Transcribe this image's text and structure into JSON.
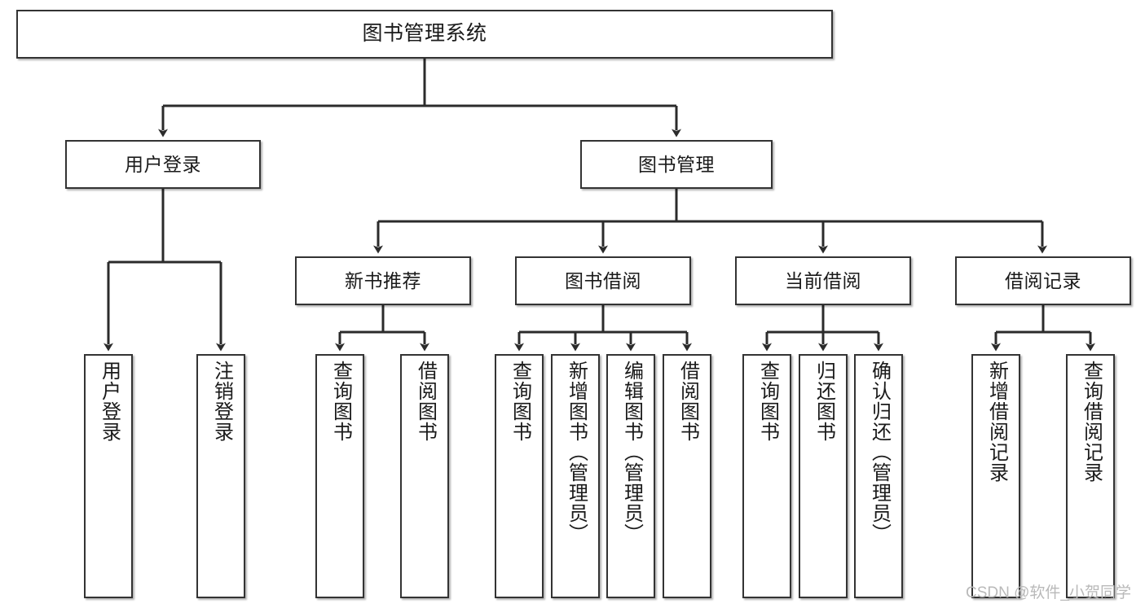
{
  "diagram": {
    "type": "tree",
    "title": "图书管理系统",
    "watermark": "CSDN @软件_小贺同学",
    "colors": {
      "border": "#333333",
      "background": "#ffffff",
      "text": "#1a1a1a",
      "edge": "#2b2b2b",
      "watermark": "#b9b9b9"
    },
    "nodes": {
      "root": {
        "label": "图书管理系统"
      },
      "level1": [
        {
          "id": "user-login",
          "label": "用户登录"
        },
        {
          "id": "book-manage",
          "label": "图书管理"
        }
      ],
      "level2": [
        {
          "id": "new-book-rec",
          "label": "新书推荐",
          "parent": "book-manage"
        },
        {
          "id": "book-borrow",
          "label": "图书借阅",
          "parent": "book-manage"
        },
        {
          "id": "current-borrow",
          "label": "当前借阅",
          "parent": "book-manage"
        },
        {
          "id": "borrow-record",
          "label": "借阅记录",
          "parent": "book-manage"
        }
      ],
      "leaves": [
        {
          "id": "leaf-user-login",
          "label": "用户登录",
          "parent": "user-login"
        },
        {
          "id": "leaf-user-logout",
          "label": "注销登录",
          "parent": "user-login"
        },
        {
          "id": "leaf-rec-query",
          "label": "查询图书",
          "parent": "new-book-rec"
        },
        {
          "id": "leaf-rec-borrow",
          "label": "借阅图书",
          "parent": "new-book-rec"
        },
        {
          "id": "leaf-borrow-query",
          "label": "查询图书",
          "parent": "book-borrow"
        },
        {
          "id": "leaf-borrow-add",
          "label": "新增图书（管理员）",
          "parent": "book-borrow"
        },
        {
          "id": "leaf-borrow-edit",
          "label": "编辑图书（管理员）",
          "parent": "book-borrow"
        },
        {
          "id": "leaf-borrow-lend",
          "label": "借阅图书",
          "parent": "book-borrow"
        },
        {
          "id": "leaf-cur-query",
          "label": "查询图书",
          "parent": "current-borrow"
        },
        {
          "id": "leaf-cur-return",
          "label": "归还图书",
          "parent": "current-borrow"
        },
        {
          "id": "leaf-cur-confirm",
          "label": "确认归还（管理员）",
          "parent": "current-borrow"
        },
        {
          "id": "leaf-rec-add",
          "label": "新增借阅记录",
          "parent": "borrow-record"
        },
        {
          "id": "leaf-rec-query-record",
          "label": "查询借阅记录",
          "parent": "borrow-record"
        }
      ]
    }
  }
}
